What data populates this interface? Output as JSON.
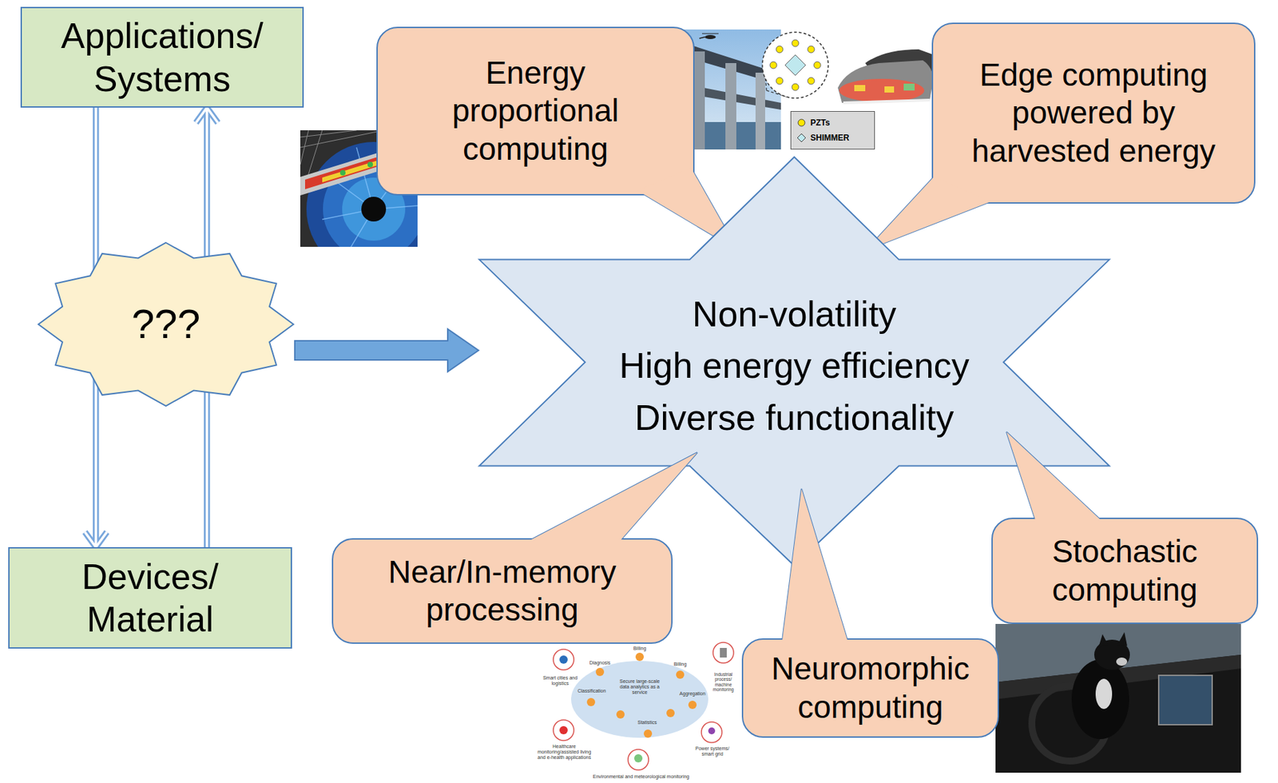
{
  "diagram": {
    "nodes": [
      {
        "text": [
          "Applications/ Systems"
        ]
      },
      {
        "text": [
          "???"
        ]
      },
      {
        "text": [
          "Devices/ Material"
        ]
      },
      {
        "text": [
          "Energy proportional computing"
        ]
      },
      {
        "text": [
          "Edge computing powered by harvested energy"
        ]
      },
      {
        "text": [
          "Non-volatility",
          "High energy efficiency",
          "Diverse functionality"
        ]
      },
      {
        "text": [
          "Near/In-memory processing"
        ]
      },
      {
        "text": [
          "Neuromorphic computing"
        ]
      },
      {
        "text": [
          "Stochastic computing"
        ]
      }
    ],
    "edges": [
      {
        "from": 0,
        "to": 2,
        "arrow": "to"
      },
      {
        "from": 2,
        "to": 0,
        "arrow": "to"
      },
      {
        "from": 1,
        "to": 5,
        "arrow": "to"
      }
    ],
    "labels": [
      "Billing",
      "Diagnosis",
      "Billing",
      "Classification",
      "Secure large-scale data analytics as a service",
      "Aggregation",
      "Statistics",
      "Smart cities and logistics",
      "Industrial process/ machine monitoring",
      "Healthcare monitoring/assisted living and e-health applications",
      "Power systems/ smart grid",
      "Environmental and meteorological monitoring"
    ],
    "legend": [
      {
        "text": "PZTs"
      },
      {
        "text": "SHIMMER"
      }
    ]
  }
}
